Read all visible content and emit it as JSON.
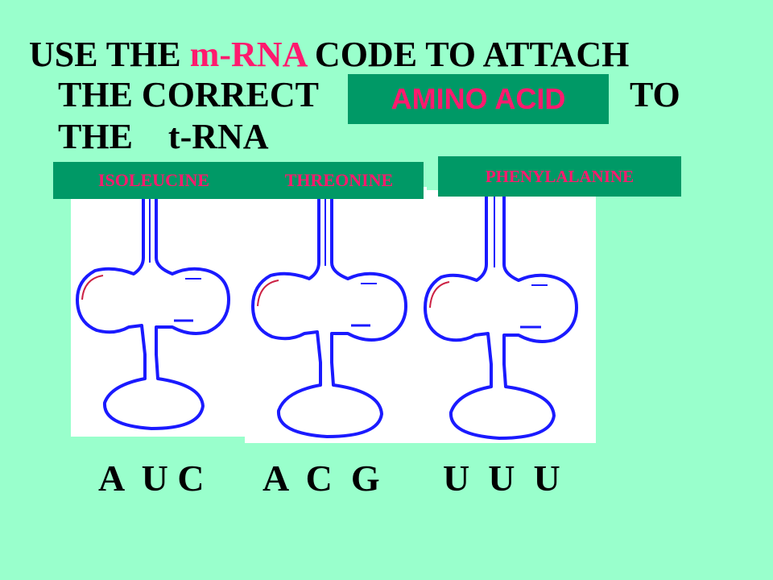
{
  "heading": {
    "line1_prefix": "USE THE ",
    "line1_highlight": "m-RNA",
    "line1_suffix": " CODE TO ATTACH",
    "line2_prefix": "THE CORRECT",
    "line2_suffix": "TO",
    "line3": "THE    t-RNA",
    "answer_box": "AMINO ACID"
  },
  "amino_acids": [
    {
      "label": "ISOLEUCINE"
    },
    {
      "label": "THREONINE"
    },
    {
      "label": "PHENYLALANINE"
    }
  ],
  "codons": [
    {
      "text": "A  U C"
    },
    {
      "text": "A  C  G"
    },
    {
      "text": "U  U  U"
    }
  ],
  "colors": {
    "background": "#99ffcc",
    "label_box": "#009966",
    "label_text": "#ff1a6e",
    "trna_outline": "#1a1aff",
    "trna_fill": "#ffffff"
  }
}
